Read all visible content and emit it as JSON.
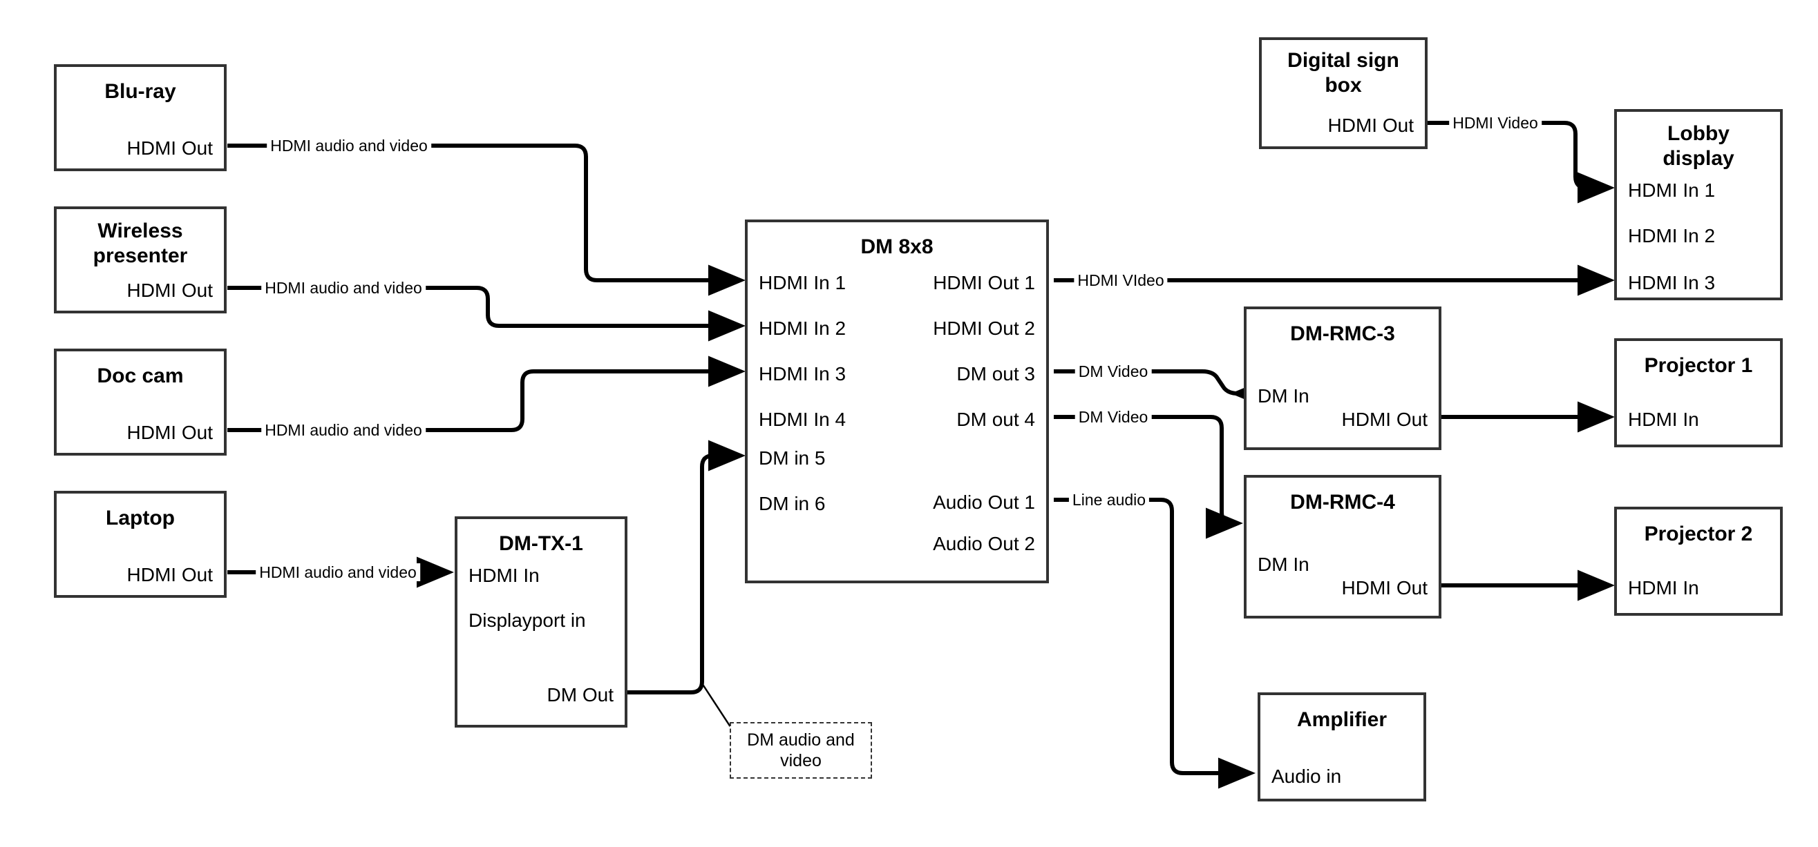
{
  "diagram": {
    "type": "av-signal-flow",
    "title": "",
    "colors": {
      "box_stroke": "#333333",
      "wire": "#000000",
      "background": "#ffffff",
      "note_stroke": "#333333"
    }
  },
  "nodes": [
    {
      "id": "blu-ray",
      "title": "Blu-ray",
      "ports": [
        {
          "label": "HDMI Out",
          "side": "right"
        }
      ]
    },
    {
      "id": "wireless-presenter",
      "title": "Wireless\npresenter",
      "ports": [
        {
          "label": "HDMI Out",
          "side": "right"
        }
      ]
    },
    {
      "id": "doc-cam",
      "title": "Doc cam",
      "ports": [
        {
          "label": "HDMI Out",
          "side": "right"
        }
      ]
    },
    {
      "id": "laptop",
      "title": "Laptop",
      "ports": [
        {
          "label": "HDMI Out",
          "side": "right"
        }
      ]
    },
    {
      "id": "dm-tx-1",
      "title": "DM-TX-1",
      "ports": [
        {
          "label": "HDMI In",
          "side": "left"
        },
        {
          "label": "Displayport in",
          "side": "left"
        },
        {
          "label": "DM Out",
          "side": "right"
        }
      ]
    },
    {
      "id": "dm-8x8",
      "title": "DM 8x8",
      "ports": [
        {
          "label": "HDMI In 1",
          "side": "left"
        },
        {
          "label": "HDMI In 2",
          "side": "left"
        },
        {
          "label": "HDMI In 3",
          "side": "left"
        },
        {
          "label": "HDMI In 4",
          "side": "left"
        },
        {
          "label": "DM in 5",
          "side": "left"
        },
        {
          "label": "DM in 6",
          "side": "left"
        },
        {
          "label": "HDMI Out 1",
          "side": "right"
        },
        {
          "label": "HDMI Out 2",
          "side": "right"
        },
        {
          "label": "DM out 3",
          "side": "right"
        },
        {
          "label": "DM out 4",
          "side": "right"
        },
        {
          "label": "Audio Out 1",
          "side": "right"
        },
        {
          "label": "Audio Out 2",
          "side": "right"
        }
      ]
    },
    {
      "id": "digital-sign-box",
      "title": "Digital sign\nbox",
      "ports": [
        {
          "label": "HDMI Out",
          "side": "right"
        }
      ]
    },
    {
      "id": "lobby-display",
      "title": "Lobby\ndisplay",
      "ports": [
        {
          "label": "HDMI In 1",
          "side": "left"
        },
        {
          "label": "HDMI In 2",
          "side": "left"
        },
        {
          "label": "HDMI In 3",
          "side": "left"
        }
      ]
    },
    {
      "id": "dm-rmc-3",
      "title": "DM-RMC-3",
      "ports": [
        {
          "label": "DM In",
          "side": "left"
        },
        {
          "label": "HDMI Out",
          "side": "right"
        }
      ]
    },
    {
      "id": "dm-rmc-4",
      "title": "DM-RMC-4",
      "ports": [
        {
          "label": "DM In",
          "side": "left"
        },
        {
          "label": "HDMI Out",
          "side": "right"
        }
      ]
    },
    {
      "id": "projector-1",
      "title": "Projector 1",
      "ports": [
        {
          "label": "HDMI In",
          "side": "left"
        }
      ]
    },
    {
      "id": "projector-2",
      "title": "Projector 2",
      "ports": [
        {
          "label": "HDMI In",
          "side": "left"
        }
      ]
    },
    {
      "id": "amplifier",
      "title": "Amplifier",
      "ports": [
        {
          "label": "Audio in",
          "side": "left"
        }
      ]
    }
  ],
  "connections": [
    {
      "id": "c1",
      "from": "blu-ray.HDMI Out",
      "to": "dm-8x8.HDMI In 1",
      "label": "HDMI audio and video"
    },
    {
      "id": "c2",
      "from": "wireless-presenter.HDMI Out",
      "to": "dm-8x8.HDMI In 2",
      "label": "HDMI audio and video"
    },
    {
      "id": "c3",
      "from": "doc-cam.HDMI Out",
      "to": "dm-8x8.HDMI In 3",
      "label": "HDMI audio and video"
    },
    {
      "id": "c4",
      "from": "laptop.HDMI Out",
      "to": "dm-tx-1.HDMI In",
      "label": "HDMI audio and video"
    },
    {
      "id": "c5",
      "from": "dm-tx-1.DM Out",
      "to": "dm-8x8.DM in 5",
      "label": "DM audio and video"
    },
    {
      "id": "c6",
      "from": "dm-8x8.HDMI Out 1",
      "to": "lobby-display.HDMI In 3",
      "label": "HDMI VIdeo"
    },
    {
      "id": "c7",
      "from": "dm-8x8.DM out 3",
      "to": "dm-rmc-3.DM In",
      "label": "DM Video"
    },
    {
      "id": "c8",
      "from": "dm-8x8.DM out 4",
      "to": "dm-rmc-4.DM In",
      "label": "DM Video"
    },
    {
      "id": "c9",
      "from": "dm-8x8.Audio Out 1",
      "to": "amplifier.Audio in",
      "label": "Line audio"
    },
    {
      "id": "c10",
      "from": "digital-sign-box.HDMI Out",
      "to": "lobby-display.HDMI In 1",
      "label": "HDMI Video"
    },
    {
      "id": "c11",
      "from": "dm-rmc-3.HDMI Out",
      "to": "projector-1.HDMI In",
      "label": ""
    },
    {
      "id": "c12",
      "from": "dm-rmc-4.HDMI Out",
      "to": "projector-2.HDMI In",
      "label": ""
    }
  ],
  "notes": [
    {
      "id": "note-dm-av",
      "text": "DM audio and video"
    }
  ]
}
